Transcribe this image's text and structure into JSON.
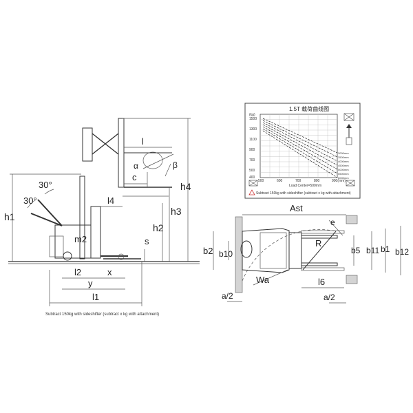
{
  "side_view": {
    "labels": {
      "h1": "h1",
      "h2": "h2",
      "h3": "h3",
      "h4": "h4",
      "l": "l",
      "l1": "l1",
      "l2": "l2",
      "l4": "l4",
      "c": "c",
      "x": "x",
      "y": "y",
      "s": "s",
      "m2": "m2",
      "alpha": "α",
      "beta": "β",
      "angle_upper": "30°",
      "angle_lower": "30°"
    },
    "caption": "Subtract 150kg with sideshifter (subtract x kg with attachment)"
  },
  "top_view": {
    "labels": {
      "ast": "Ast",
      "wa": "Wa",
      "r": "R",
      "e": "e",
      "b1": "b1",
      "b2": "b2",
      "b5": "b5",
      "b10": "b10",
      "b11": "b11",
      "b12": "b12",
      "l6": "l6",
      "a2_left": "a/2",
      "a2_right": "a/2"
    }
  },
  "load_chart": {
    "title": "1.5T 载荷曲线图",
    "y_unit": "(kg)",
    "y_ticks": [
      "1500",
      "1300",
      "1100",
      "900",
      "700",
      "500",
      "400"
    ],
    "x_ticks": [
      "500",
      "600",
      "700",
      "800",
      "900(mm)"
    ],
    "x_caption": "Load Center=500mm",
    "heights": [
      "3000mm",
      "3500mm",
      "4000mm",
      "4500mm",
      "5000mm",
      "5500mm",
      "6000mm"
    ],
    "warning": "Subtract 150kg with sideshifter (subtract x kg with attachment)"
  }
}
